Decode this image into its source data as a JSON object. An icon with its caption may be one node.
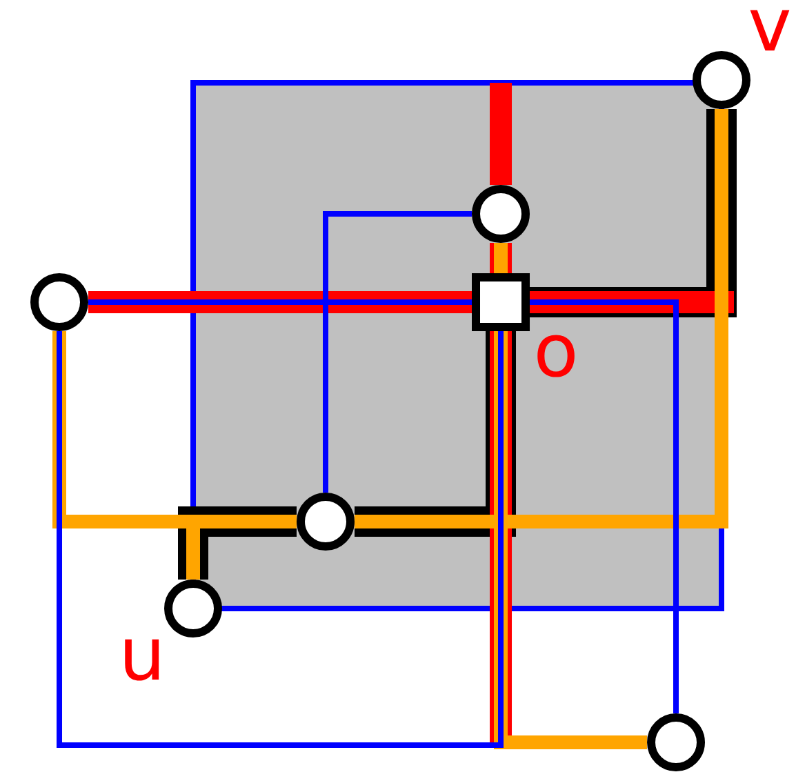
{
  "diagram": {
    "nodes": [
      {
        "text": [],
        "shape": "circle",
        "beside": [
          "v"
        ]
      },
      {
        "text": [],
        "shape": "circle"
      },
      {
        "text": [],
        "shape": "circle"
      },
      {
        "text": [],
        "shape": "box",
        "beside": [
          "o"
        ]
      },
      {
        "text": [],
        "shape": "circle"
      },
      {
        "text": [],
        "shape": "circle",
        "beside": [
          "u"
        ]
      },
      {
        "text": [],
        "shape": "circle"
      }
    ],
    "edges": [
      {
        "from": 0,
        "to": 3,
        "arrow": "none",
        "style": "thick",
        "color": "#000000"
      },
      {
        "from": 3,
        "to": 4,
        "arrow": "none",
        "style": "thick",
        "color": "#000000"
      },
      {
        "from": 4,
        "to": 5,
        "arrow": "none",
        "style": "thick",
        "color": "#000000"
      },
      {
        "from": 2,
        "to": 3,
        "arrow": "none",
        "color": "#ff0000"
      },
      {
        "from": 1,
        "to": null,
        "arrow": "none",
        "color": "#ff0000"
      },
      {
        "from": 3,
        "to": 1,
        "arrow": "none",
        "color": "#ff0000"
      },
      {
        "from": 3,
        "to": null,
        "arrow": "none",
        "color": "#ff0000"
      },
      {
        "from": 3,
        "to": null,
        "arrow": "none",
        "color": "#ff0000"
      },
      {
        "from": 2,
        "to": 4,
        "arrow": "none",
        "color": "#ffa500"
      },
      {
        "from": 4,
        "to": 0,
        "arrow": "none",
        "color": "#ffa500"
      },
      {
        "from": 5,
        "to": 4,
        "arrow": "none",
        "color": "#ffa500"
      },
      {
        "from": 1,
        "to": 3,
        "arrow": "none",
        "color": "#ffa500"
      },
      {
        "from": 3,
        "to": 6,
        "arrow": "none",
        "color": "#ffa500"
      },
      {
        "from": 4,
        "to": 1,
        "arrow": "none",
        "color": "#0000ff"
      },
      {
        "from": 2,
        "to": 3,
        "arrow": "none",
        "color": "#0000ff"
      },
      {
        "from": 3,
        "to": 6,
        "arrow": "none",
        "color": "#0000ff"
      },
      {
        "from": 2,
        "to": 3,
        "arrow": "none",
        "color": "#0000ff"
      }
    ]
  }
}
